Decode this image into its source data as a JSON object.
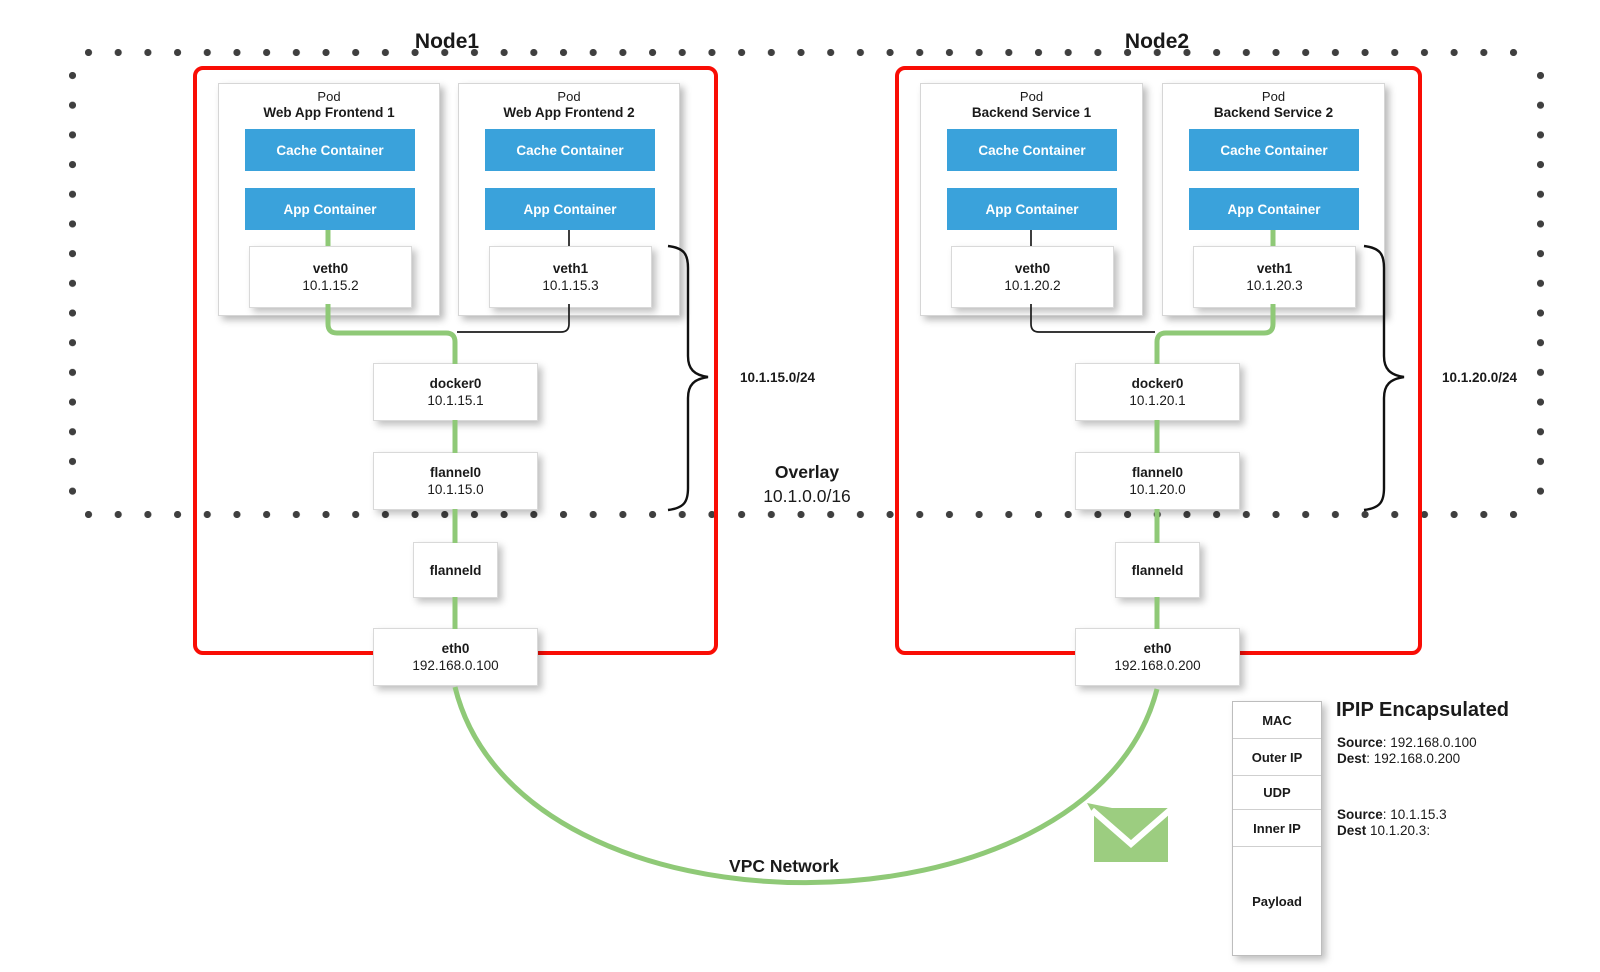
{
  "node1": {
    "title": "Node1",
    "subnet_label": "10.1.15.0/24",
    "pods": [
      {
        "kind": "Pod",
        "name": "Web App Frontend 1",
        "containers": [
          "Cache Container",
          "App Container"
        ],
        "iface_name": "veth0",
        "iface_ip": "10.1.15.2"
      },
      {
        "kind": "Pod",
        "name": "Web App Frontend 2",
        "containers": [
          "Cache Container",
          "App Container"
        ],
        "iface_name": "veth1",
        "iface_ip": "10.1.15.3"
      }
    ],
    "chain": [
      {
        "name": "docker0",
        "ip": "10.1.15.1"
      },
      {
        "name": "flannel0",
        "ip": "10.1.15.0"
      },
      {
        "name": "flanneld"
      },
      {
        "name": "eth0",
        "ip": "192.168.0.100"
      }
    ]
  },
  "node2": {
    "title": "Node2",
    "subnet_label": "10.1.20.0/24",
    "pods": [
      {
        "kind": "Pod",
        "name": "Backend Service 1",
        "containers": [
          "Cache Container",
          "App Container"
        ],
        "iface_name": "veth0",
        "iface_ip": "10.1.20.2"
      },
      {
        "kind": "Pod",
        "name": "Backend Service 2",
        "containers": [
          "Cache Container",
          "App Container"
        ],
        "iface_name": "veth1",
        "iface_ip": "10.1.20.3"
      }
    ],
    "chain": [
      {
        "name": "docker0",
        "ip": "10.1.20.1"
      },
      {
        "name": "flannel0",
        "ip": "10.1.20.0"
      },
      {
        "name": "flanneld"
      },
      {
        "name": "eth0",
        "ip": "192.168.0.200"
      }
    ]
  },
  "overlay": {
    "title": "Overlay",
    "cidr": "10.1.0.0/16"
  },
  "vpc": {
    "label": "VPC Network"
  },
  "packet": {
    "title": "IPIP Encapsulated",
    "layers": [
      "MAC",
      "Outer IP",
      "UDP",
      "Inner IP",
      "Payload"
    ],
    "outer_src_label": "Source",
    "outer_src_value": ": 192.168.0.100",
    "outer_dst_label": "Dest",
    "outer_dst_value": ": 192.168.0.200",
    "inner_src_label": "Source",
    "inner_src_value": ": 10.1.15.3",
    "inner_dst_label": "Dest",
    "inner_dst_value": " 10.1.20.3:"
  },
  "icons": {
    "packet_icon": "envelope-icon"
  },
  "colors": {
    "accent_blue": "#3aa2db",
    "accent_green": "#8fc977",
    "node_border_red": "#f90d05",
    "dot_gray": "#3f3f3f"
  }
}
